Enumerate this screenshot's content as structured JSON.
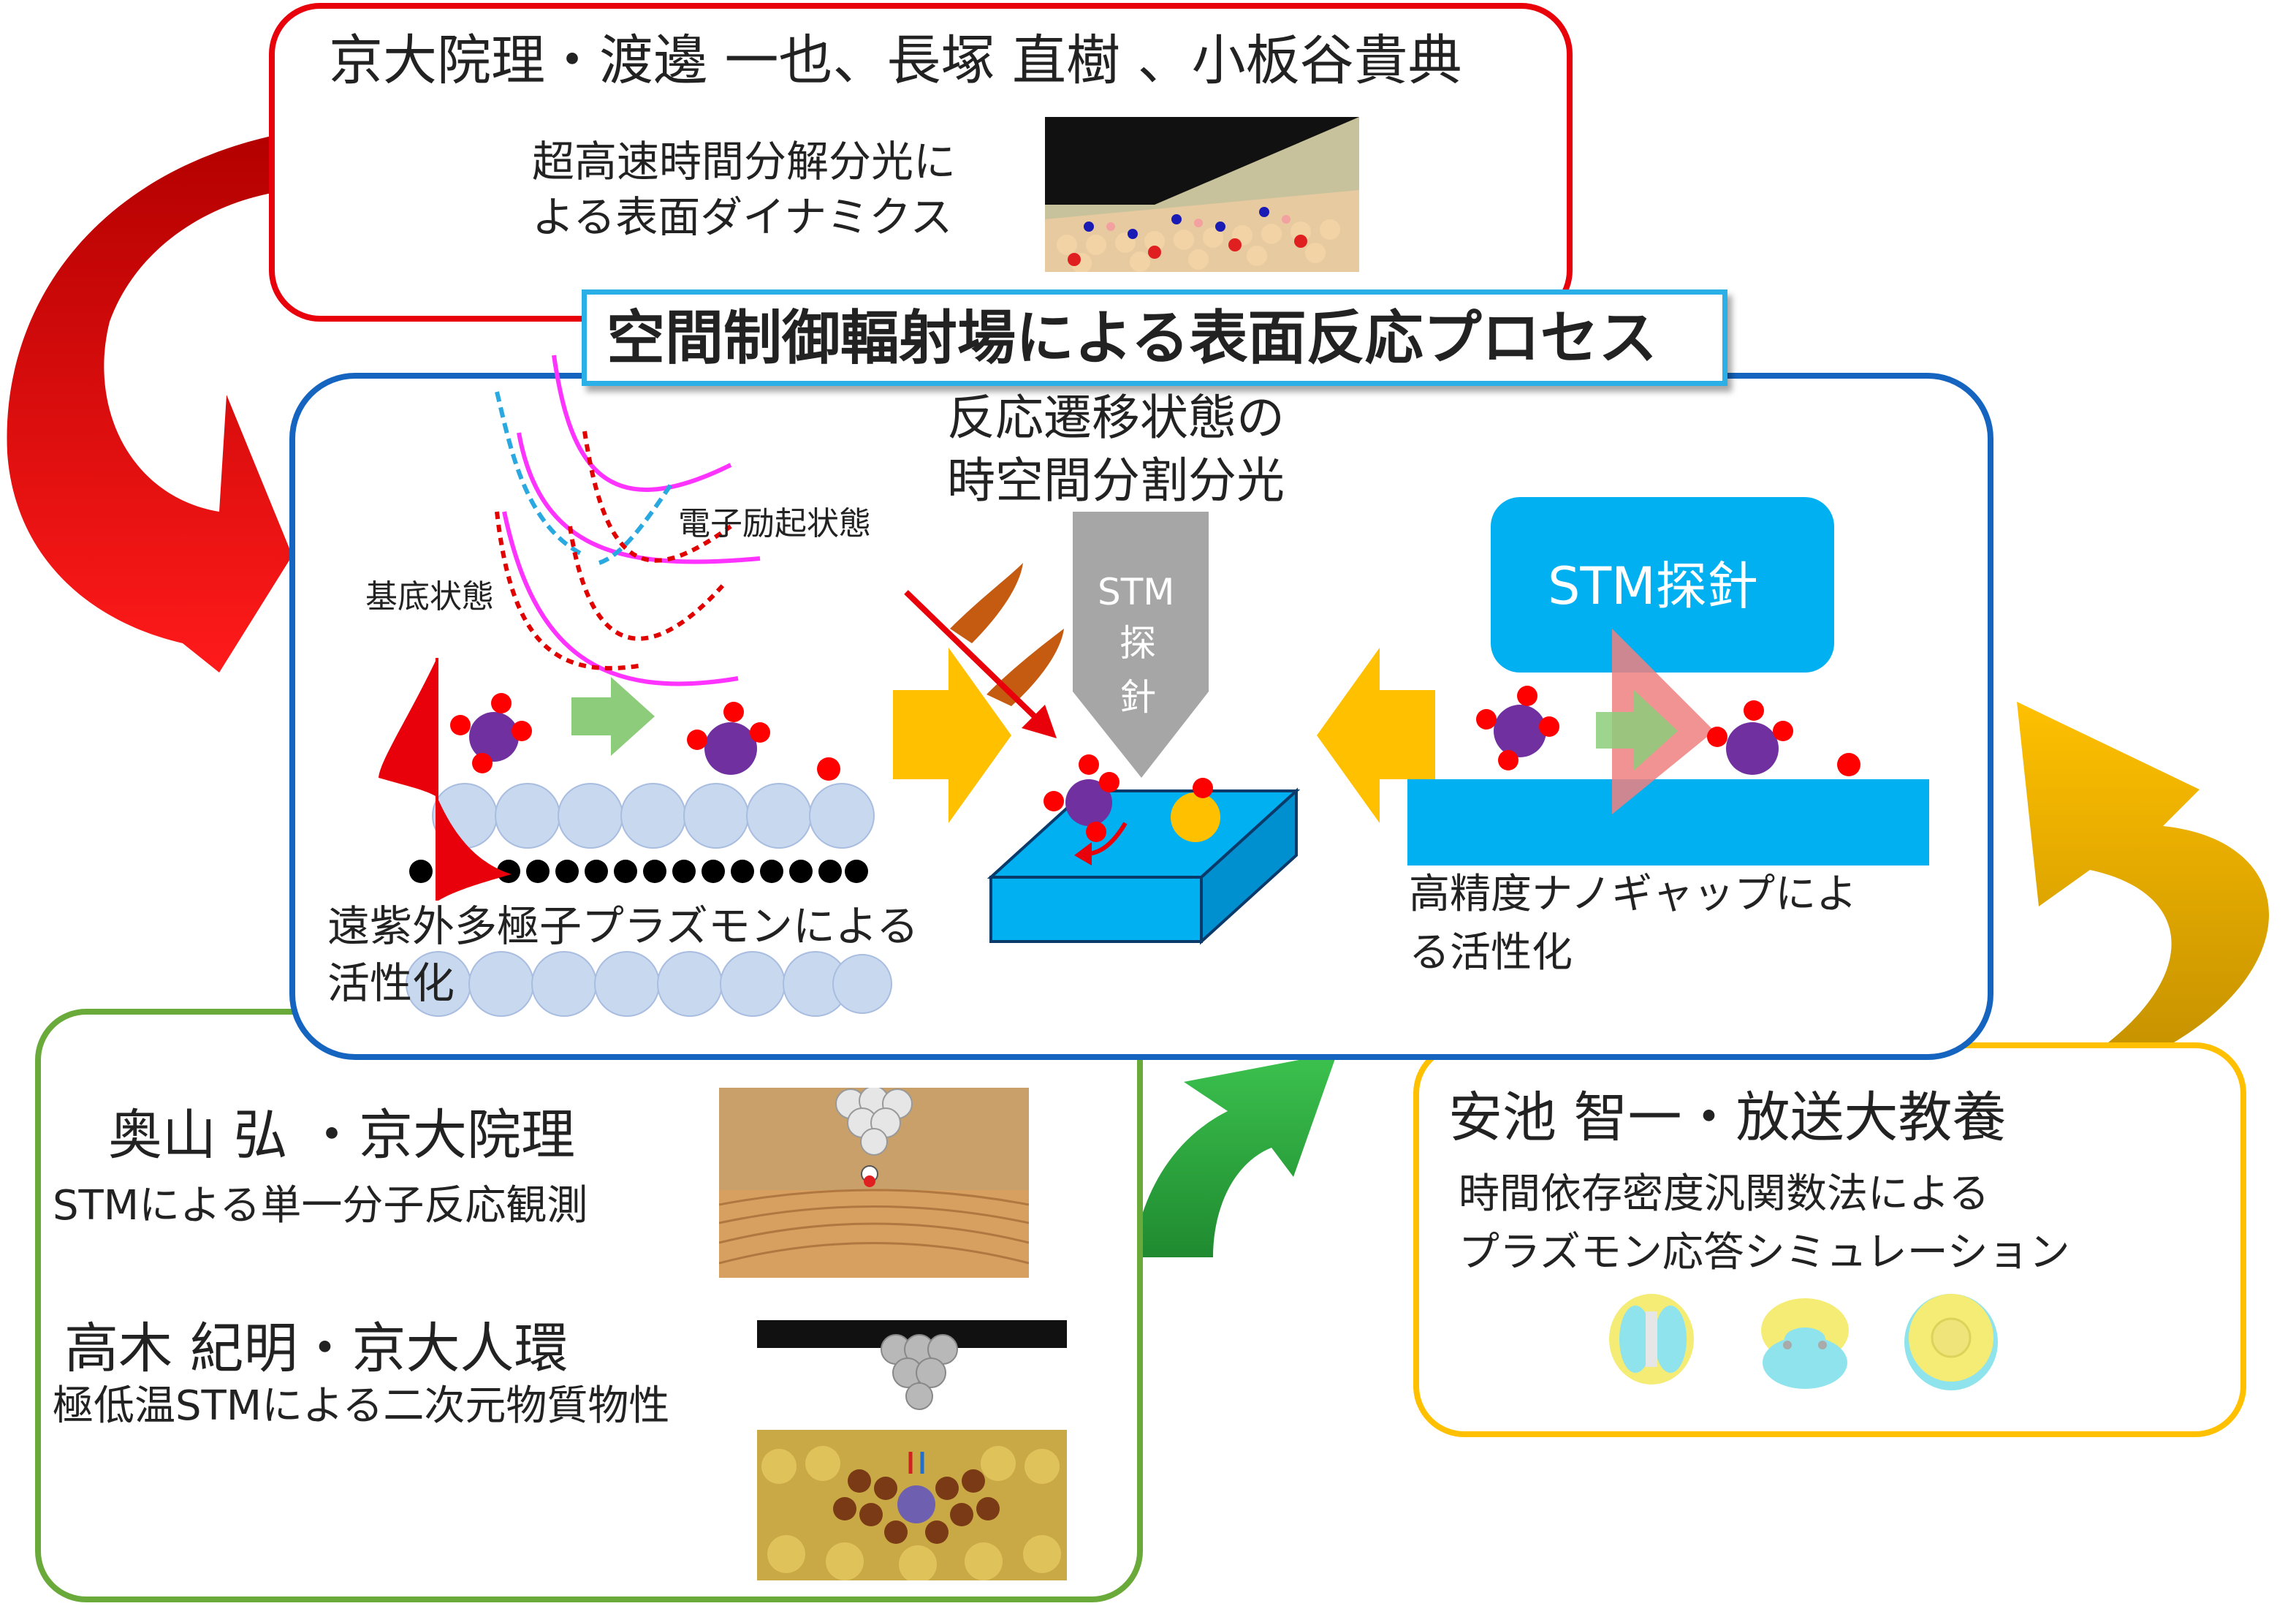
{
  "top_group": {
    "members": "京大院理・渡邊 一也、長塚 直樹 、小板谷貴典",
    "theme_line1": "超高速時間分解分光に",
    "theme_line2": "よる表面ダイナミクス"
  },
  "title": "空間制御輻射場による表面反応プロセス",
  "center": {
    "excited_state": "電子励起状態",
    "ground_state": "基底状態",
    "transition_line1": "反応遷移状態の",
    "transition_line2": "時空間分割分光",
    "stm_tip_vertical": [
      "STM",
      "探",
      "針"
    ],
    "stm_tip_box": "STM探針",
    "plasmon_line1": "遠紫外多極子プラズモンによる",
    "plasmon_line2": "活性化",
    "nanogap_line1": "高精度ナノギャップによ",
    "nanogap_line2": "る活性化"
  },
  "left_group": {
    "member1": "奥山 弘 ・京大院理",
    "theme1": "STMによる単一分子反応観測",
    "member2": "高木 紀明・京大人環",
    "theme2": "極低温STMによる二次元物質物性"
  },
  "right_group": {
    "member": "安池 智一・放送大教養",
    "theme_line1": "時間依存密度汎関数法による",
    "theme_line2": "プラズモン応答シミュレーション"
  },
  "colors": {
    "red": "#e8000b",
    "blue_frame": "#1565c0",
    "green": "#2ea83f",
    "yellow": "#ffc000",
    "cyan": "#00b0f0",
    "magenta": "#ff33ff",
    "purple": "#7030a0"
  }
}
